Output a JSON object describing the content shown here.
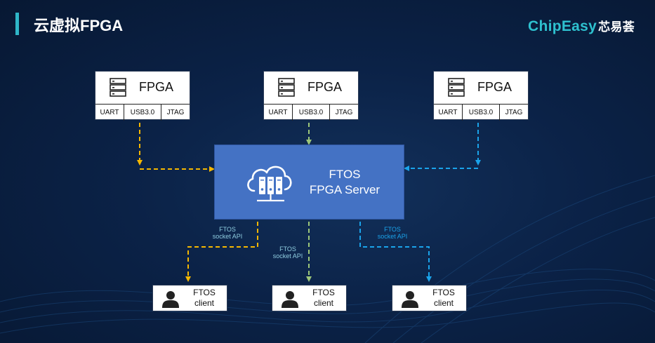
{
  "header": {
    "title": "云虚拟FPGA",
    "logo_en": "ChipEasy",
    "logo_cn": "芯易荟"
  },
  "fpga_boards": [
    {
      "name": "FPGA",
      "ports": [
        "UART",
        "USB3.0",
        "JTAG"
      ]
    },
    {
      "name": "FPGA",
      "ports": [
        "UART",
        "USB3.0",
        "JTAG"
      ]
    },
    {
      "name": "FPGA",
      "ports": [
        "UART",
        "USB3.0",
        "JTAG"
      ]
    }
  ],
  "server": {
    "line1": "FTOS",
    "line2": "FPGA Server"
  },
  "api_labels": [
    {
      "line1": "FTOS",
      "line2": "socket API"
    },
    {
      "line1": "FTOS",
      "line2": "socket API"
    },
    {
      "line1": "FTOS",
      "line2": "socket API"
    }
  ],
  "clients": [
    {
      "line1": "FTOS",
      "line2": "client"
    },
    {
      "line1": "FTOS",
      "line2": "client"
    },
    {
      "line1": "FTOS",
      "line2": "client"
    }
  ],
  "colors": {
    "left_link": "#f5b700",
    "middle_link": "#9dc77a",
    "right_link": "#1aa3ea",
    "server_fill": "#4472c4",
    "accent": "#2fb6c8",
    "api_left_text": "#8fcde0",
    "api_middle_text": "#8fcde0",
    "api_right_text": "#1aa3ea"
  },
  "icons": {
    "board": "server-rack-icon",
    "server": "cloud-server-icon",
    "client": "user-icon"
  }
}
